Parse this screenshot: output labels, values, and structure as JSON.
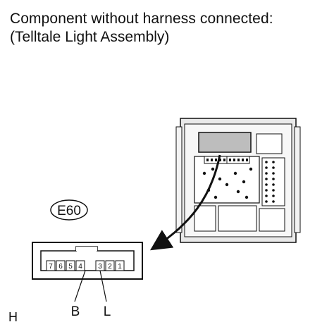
{
  "header": {
    "title": "Component without harness connected:",
    "subtitle": "(Telltale Light Assembly)"
  },
  "connector": {
    "code": "E60",
    "pins": [
      "7",
      "6",
      "5",
      "4",
      "3",
      "2",
      "1"
    ],
    "terminals": [
      {
        "label": "B",
        "pin": "4"
      },
      {
        "label": "L",
        "pin": "3"
      }
    ]
  },
  "figure_id": "H",
  "colors": {
    "line": "#111111",
    "fill_gray": "#bdbdbd",
    "fill_light": "#e9e9e9",
    "background": "#ffffff"
  }
}
